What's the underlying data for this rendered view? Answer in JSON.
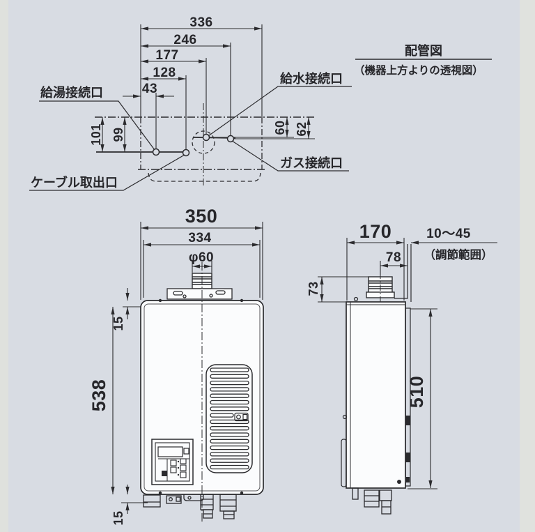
{
  "colors": {
    "background": "#d8dce3",
    "paper_edge": "#dfe1dd",
    "line": "#2b2b2e"
  },
  "header": {
    "title": "配管図",
    "subtitle": "（機器上方よりの透視図）"
  },
  "piping_view": {
    "horizontal_dims": {
      "total": "336",
      "gas": "246",
      "water": "177",
      "cable": "128",
      "hot_water": "43"
    },
    "vertical_dims": {
      "hot_water_depth": "101",
      "cable_depth": "99",
      "water_depth": "60",
      "gas_depth": "62"
    },
    "labels": {
      "hot_water": "給湯接続口",
      "water_supply": "給水接続口",
      "gas": "ガス接続口",
      "cable": "ケーブル取出口"
    }
  },
  "front_view": {
    "width": "350",
    "mount_width": "334",
    "flue_diameter": "φ60",
    "top_clearance": "15",
    "height": "538",
    "bottom_clearance": "15"
  },
  "side_view": {
    "depth": "170",
    "flue_offset": "78",
    "flue_height": "73",
    "height": "510",
    "adjust_range": "10～45",
    "adjust_range_note": "（調節範囲）"
  }
}
